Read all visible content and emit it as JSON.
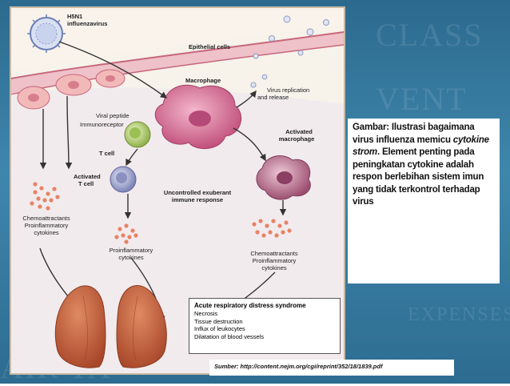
{
  "background": {
    "watermarks": [
      "CLASS",
      "VENT",
      "EXPENSES",
      "AIR TA"
    ]
  },
  "diagram": {
    "virus_label_1": "H5N1",
    "virus_label_2": "influenzavirus",
    "epithelial": "Epithelial cells",
    "macrophage": "Macrophage",
    "virus_replication_1": "Virus replication",
    "virus_replication_2": "and release",
    "viral_peptide": "Viral peptide",
    "immunoreceptor": "Immunoreceptor",
    "t_cell": "T cell",
    "activated_t_1": "Activated",
    "activated_t_2": "T cell",
    "activated_mac_1": "Activated",
    "activated_mac_2": "macrophage",
    "uncontrolled_1": "Uncontrolled exuberant",
    "uncontrolled_2": "immune response",
    "left_cyto_1": "Chemoattractants",
    "left_cyto_2": "Proinflammatory",
    "left_cyto_3": "cytokines",
    "mid_cyto_1": "Proinflammatory",
    "mid_cyto_2": "cytokines",
    "right_cyto_1": "Chemoattractants",
    "right_cyto_2": "Proinflammatory",
    "right_cyto_3": "cytokines",
    "ards_title": "Acute respiratory distress syndrome",
    "ards_items": [
      "Necrosis",
      "Tissue destruction",
      "Influx of leukocytes",
      "Dilatation of blood vessels"
    ]
  },
  "caption": {
    "part1": "Gambar: Ilustrasi bagaimana virus influenza memicu ",
    "emphasis": "cytokine strom",
    "part2": ". Element penting pada peningkatan cytokine adalah respon berlebihan sistem imun yang tidak terkontrol terhadap virus"
  },
  "source": "Sumber: http://content.nejm.org/cgi/reprint/352/18/1839.pdf",
  "colors": {
    "background": "#3a7ea5",
    "panel": "#f7f2ea",
    "membrane": "#d97a8a",
    "macrophage": "#d9779a",
    "lung": "#c4603c"
  }
}
